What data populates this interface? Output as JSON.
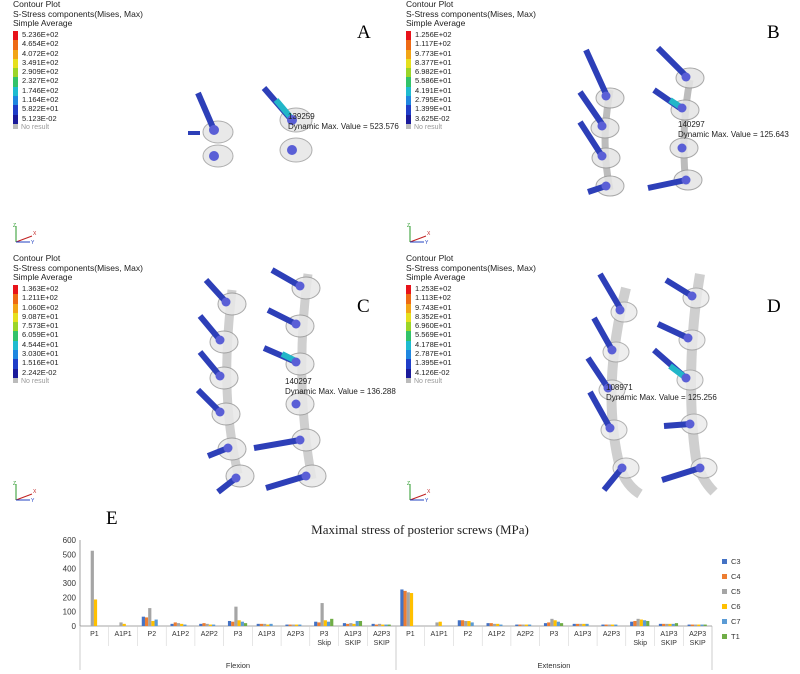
{
  "panels": [
    {
      "id": "A",
      "header": [
        "Contour Plot",
        "S-Stress components(Mises, Max)",
        "Simple Average"
      ],
      "legend": [
        "5.236E+02",
        "4.654E+02",
        "4.072E+02",
        "3.491E+02",
        "2.909E+02",
        "2.327E+02",
        "1.746E+02",
        "1.164E+02",
        "5.822E+01",
        "5.123E-02"
      ],
      "no_result": "No result",
      "label": "A",
      "node_id": "139259",
      "dynamic_max": "Dynamic Max. Value = 523.576"
    },
    {
      "id": "B",
      "header": [
        "Contour Plot",
        "S-Stress components(Mises, Max)",
        "Simple Average"
      ],
      "legend": [
        "1.256E+02",
        "1.117E+02",
        "9.773E+01",
        "8.377E+01",
        "6.982E+01",
        "5.586E+01",
        "4.191E+01",
        "2.795E+01",
        "1.399E+01",
        "3.625E-02"
      ],
      "no_result": "No result",
      "label": "B",
      "node_id": "140297",
      "dynamic_max": "Dynamic Max. Value = 125.643"
    },
    {
      "id": "C",
      "header": [
        "Contour Plot",
        "S-Stress components(Mises, Max)",
        "Simple Average"
      ],
      "legend": [
        "1.363E+02",
        "1.211E+02",
        "1.060E+02",
        "9.087E+01",
        "7.573E+01",
        "6.059E+01",
        "4.544E+01",
        "3.030E+01",
        "1.516E+01",
        "2.242E-02"
      ],
      "no_result": "No result",
      "label": "C",
      "node_id": "140297",
      "dynamic_max": "Dynamic Max. Value = 136.288"
    },
    {
      "id": "D",
      "header": [
        "Contour Plot",
        "S-Stress components(Mises, Max)",
        "Simple Average"
      ],
      "legend": [
        "1.253E+02",
        "1.113E+02",
        "9.743E+01",
        "8.352E+01",
        "6.960E+01",
        "5.569E+01",
        "4.178E+01",
        "2.787E+01",
        "1.395E+01",
        "4.126E-02"
      ],
      "no_result": "No result",
      "label": "D",
      "node_id": "108971",
      "dynamic_max": "Dynamic Max. Value = 125.256"
    }
  ],
  "legend_colors": [
    "#e8131a",
    "#ee6a14",
    "#f2a516",
    "#e6e01e",
    "#9bd528",
    "#32c36a",
    "#1fbcd0",
    "#1f87e0",
    "#1f3ec8",
    "#1a1a9a"
  ],
  "axis_letters": {
    "x": "X",
    "y": "Y",
    "z": "Z"
  },
  "chart_panel_label": "E",
  "chart_data": {
    "type": "bar",
    "title": "Maximal stress of posterior screws (MPa)",
    "ylim": [
      0,
      600
    ],
    "yticks": [
      0,
      100,
      200,
      300,
      400,
      500,
      600
    ],
    "categories": [
      "P1",
      "A1P1",
      "P2",
      "A1P2",
      "A2P2",
      "P3",
      "A1P3",
      "A2P3",
      "P3 Skip",
      "A1P3 SKIP",
      "A2P3 SKIP",
      "P1",
      "A1P1",
      "P2",
      "A1P2",
      "A2P2",
      "P3",
      "A1P3",
      "A2P3",
      "P3 Skip",
      "A1P3 SKIP",
      "A2P3 SKIP"
    ],
    "groups": [
      {
        "name": "Flexion",
        "count": 11
      },
      {
        "name": "Extension",
        "count": 11
      }
    ],
    "legend_position": "right",
    "grid": false,
    "series": [
      {
        "name": "C3",
        "color": "#4472c4",
        "values": [
          0,
          0,
          65,
          15,
          15,
          35,
          15,
          10,
          30,
          20,
          15,
          255,
          0,
          40,
          20,
          10,
          20,
          15,
          10,
          30,
          15,
          10
        ]
      },
      {
        "name": "C4",
        "color": "#ed7d31",
        "values": [
          0,
          0,
          60,
          25,
          20,
          30,
          15,
          10,
          25,
          15,
          10,
          245,
          0,
          40,
          20,
          10,
          25,
          15,
          10,
          35,
          15,
          10
        ]
      },
      {
        "name": "C5",
        "color": "#a5a5a5",
        "values": [
          525,
          25,
          125,
          20,
          15,
          135,
          15,
          10,
          160,
          20,
          15,
          235,
          25,
          35,
          15,
          10,
          50,
          15,
          10,
          50,
          15,
          10
        ]
      },
      {
        "name": "C6",
        "color": "#ffc000",
        "values": [
          185,
          15,
          35,
          15,
          10,
          40,
          10,
          10,
          40,
          15,
          10,
          230,
          30,
          35,
          15,
          10,
          40,
          15,
          10,
          45,
          15,
          10
        ]
      },
      {
        "name": "C7",
        "color": "#5b9bd5",
        "values": [
          0,
          0,
          45,
          10,
          10,
          30,
          15,
          10,
          30,
          35,
          10,
          0,
          0,
          25,
          10,
          10,
          30,
          15,
          10,
          40,
          15,
          10
        ]
      },
      {
        "name": "T1",
        "color": "#70ad47",
        "values": [
          0,
          0,
          0,
          0,
          0,
          20,
          0,
          0,
          50,
          35,
          10,
          0,
          0,
          0,
          0,
          0,
          20,
          0,
          0,
          35,
          20,
          10
        ]
      }
    ]
  }
}
